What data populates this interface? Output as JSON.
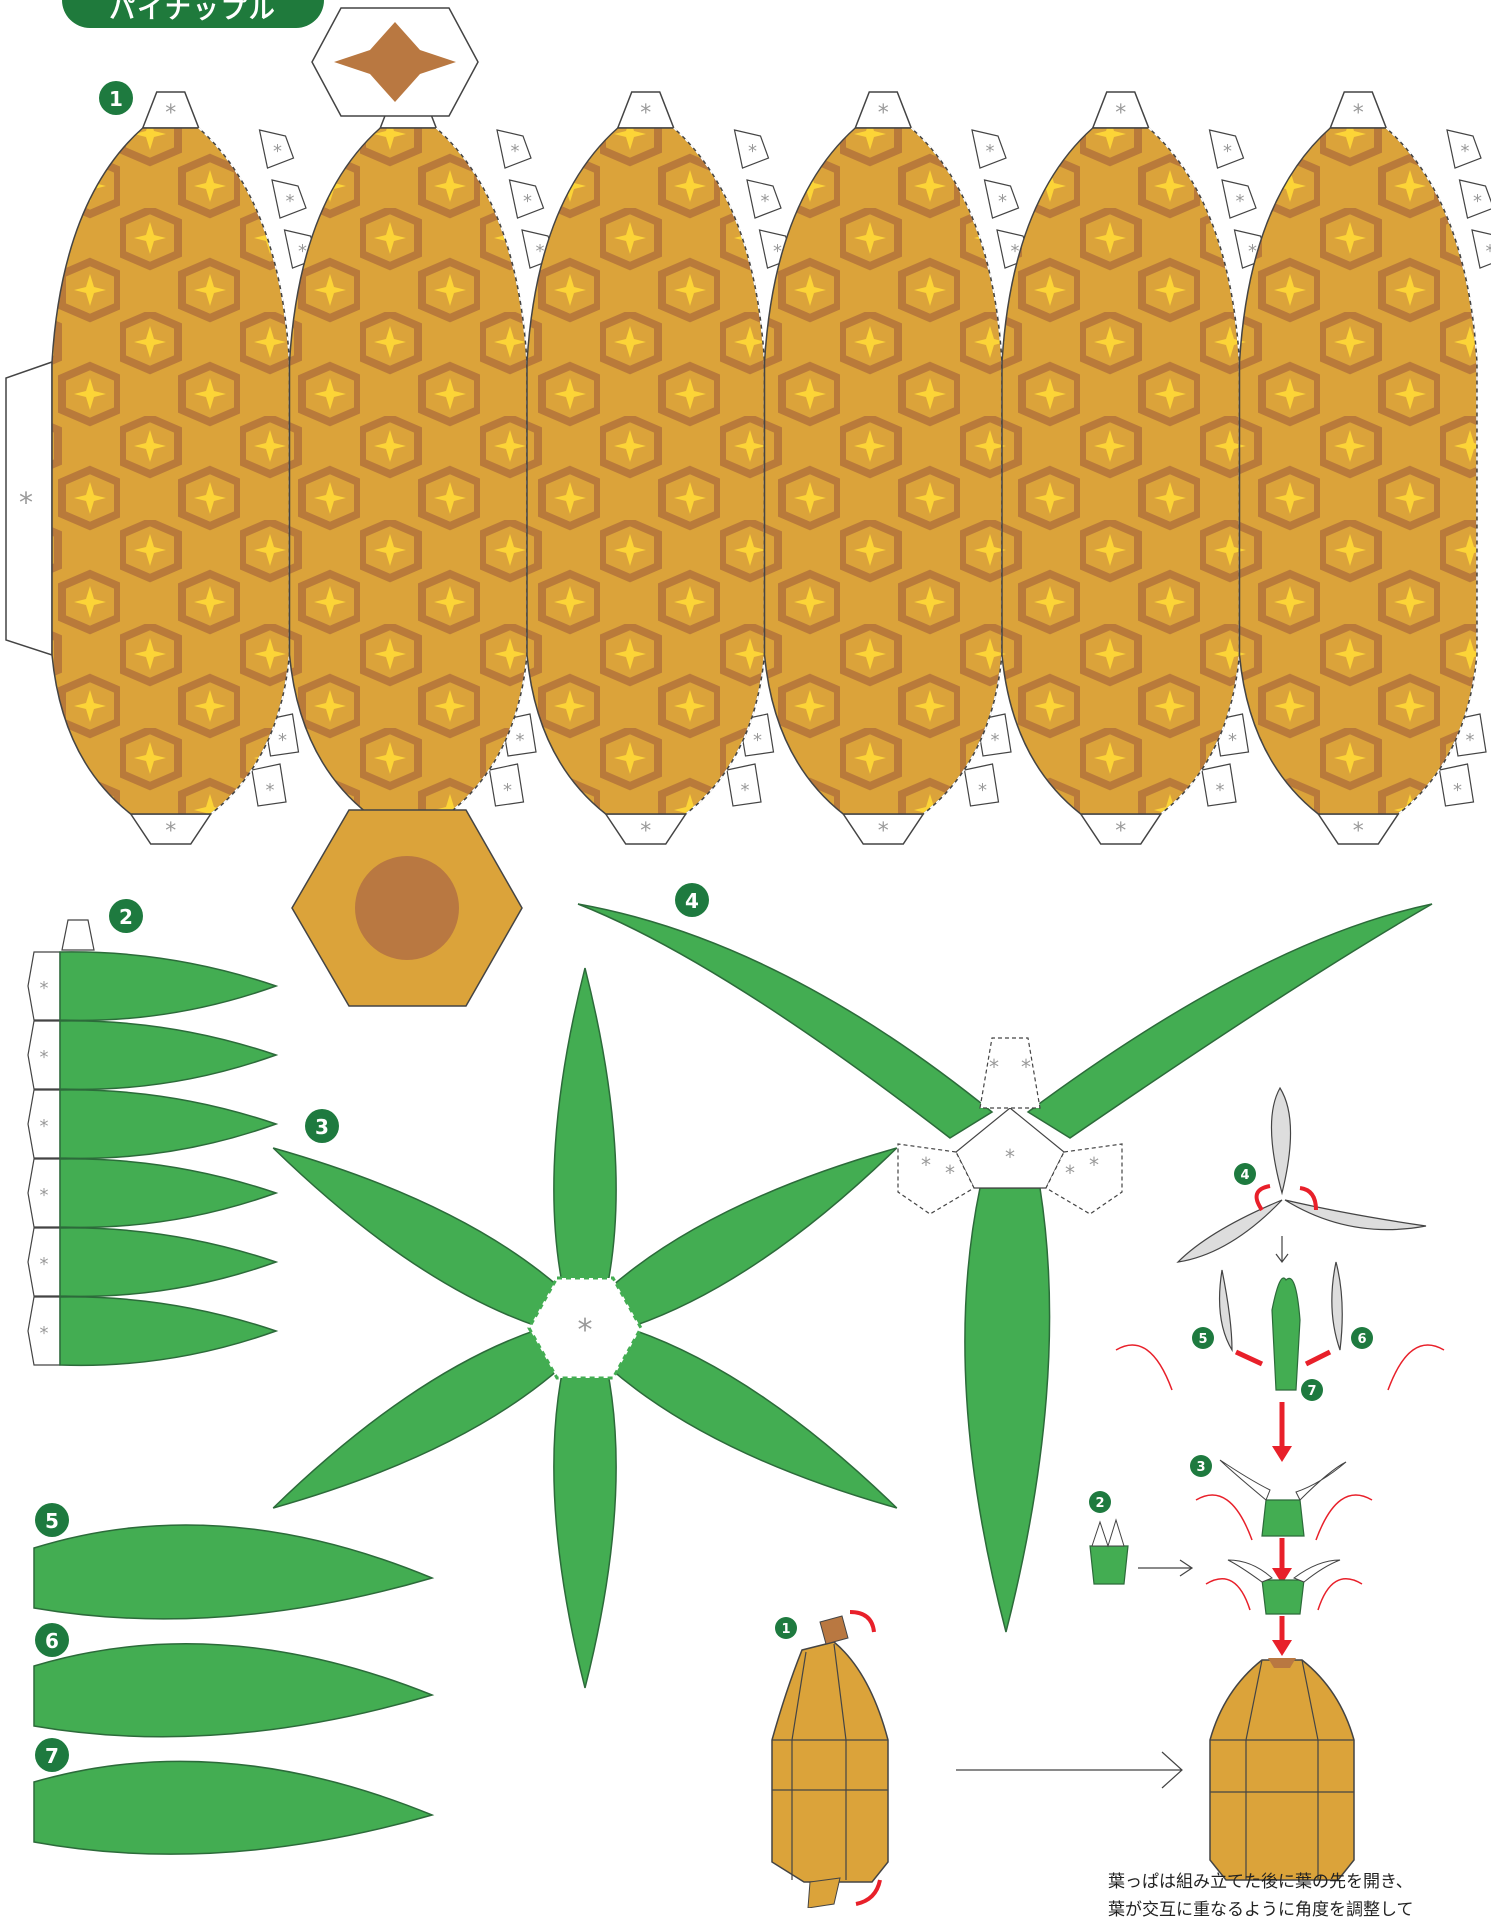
{
  "title": "パイナップル",
  "colors": {
    "skin": "#dba33a",
    "skin_line": "#b97a3a",
    "star": "#fcd437",
    "leaf": "#43ad52",
    "leaf_edge": "#2c6b3a",
    "badge": "#1e7a3f",
    "arrow": "#e8202a",
    "base_circle": "#b97841",
    "tab_mark": "#9a9a9a"
  },
  "marks": {
    "glue": "*"
  },
  "parts": {
    "p1": "1",
    "p2": "2",
    "p3": "3",
    "p4": "4",
    "p5": "5",
    "p6": "6",
    "p7": "7"
  },
  "steps": {
    "s1": "1",
    "s2": "2",
    "s3": "3",
    "s4": "4",
    "s5": "5",
    "s6": "6",
    "s7": "7"
  },
  "note": "葉っぱは組み立てた後に葉の先を開き、\n葉が交互に重なるように角度を調整して"
}
